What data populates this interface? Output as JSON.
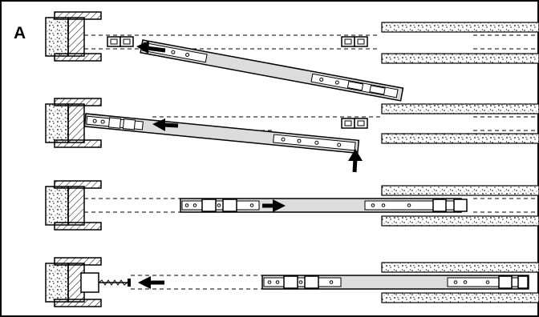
{
  "figure": {
    "panel_label": "A",
    "steps": [
      {
        "id": "step-1",
        "arrow": "left"
      },
      {
        "id": "step-2",
        "arrow": "left-and-up"
      },
      {
        "id": "step-3",
        "arrow": "right"
      },
      {
        "id": "step-4",
        "arrow": "left-with-screw"
      }
    ],
    "colors": {
      "rail_fill": "#dcdcdc",
      "line": "#000000",
      "frame": "#000000",
      "wall_hatch": "#000000"
    }
  }
}
